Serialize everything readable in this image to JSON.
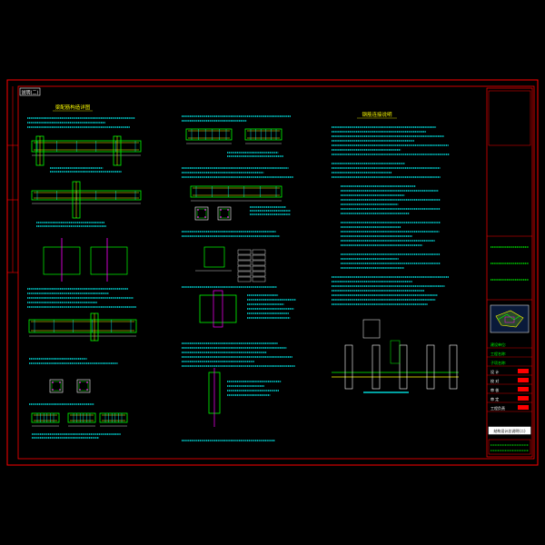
{
  "drawing": {
    "sheet_tag": "说明(二)",
    "titles": {
      "col1": "梁配筋构造详图",
      "col3": "钢筋连接说明"
    },
    "title_block": {
      "header_box": "",
      "stamp_text": "",
      "rows": [
        "建设单位:",
        "工程名称:",
        "子项名称:",
        "设 计",
        "校 对",
        "审 核",
        "审 定",
        "工程负责"
      ],
      "drawing_name": "结构设计总说明(二)",
      "footer": ""
    },
    "colors": {
      "background": "#000000",
      "frame": "#ff0000",
      "text_cyan": "#00ffff",
      "detail_green": "#00ff00",
      "accent_yellow": "#ffff00",
      "dimension_white": "#ffffff",
      "hatch_magenta": "#ff00ff"
    }
  }
}
